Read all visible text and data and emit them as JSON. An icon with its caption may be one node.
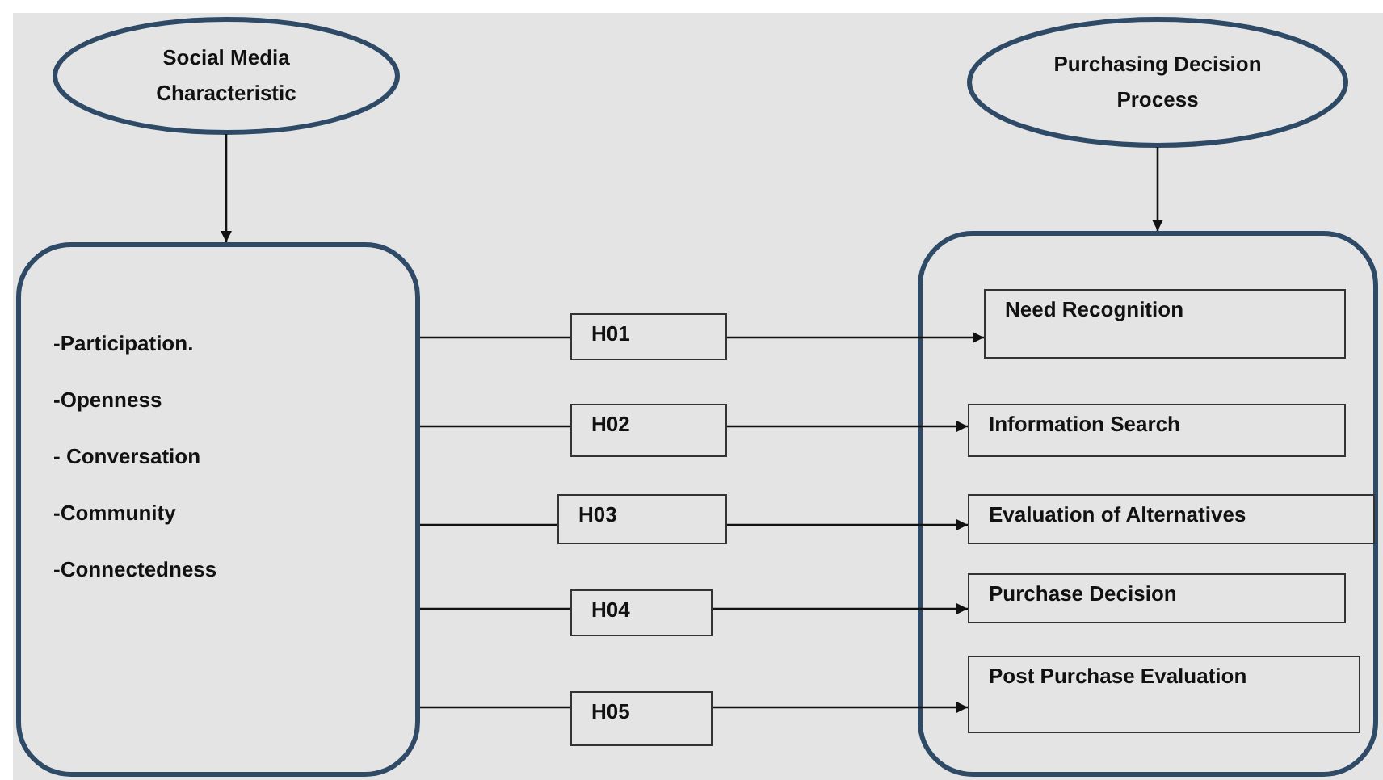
{
  "diagram": {
    "nodes": [
      {
        "text": [
          "Social Media Characteristic"
        ]
      },
      {
        "text": [
          "-Participation.",
          "-Openness",
          "- Conversation",
          "-Community",
          "-Connectedness"
        ]
      },
      {
        "text": [
          "Purchasing Decision Process"
        ]
      },
      {
        "text": [],
        "shape": "box"
      },
      {
        "text": [
          "H01"
        ]
      },
      {
        "text": [
          "H02"
        ]
      },
      {
        "text": [
          "H03"
        ]
      },
      {
        "text": [
          "H04"
        ]
      },
      {
        "text": [
          "H05"
        ]
      },
      {
        "text": [
          "Need  Recognition"
        ],
        "in": 3
      },
      {
        "text": [
          "Information Search"
        ],
        "in": 3
      },
      {
        "text": [
          "Evaluation of Alternatives"
        ],
        "in": 3
      },
      {
        "text": [
          "Purchase Decision"
        ],
        "in": 3
      },
      {
        "text": [
          "Post Purchase Evaluation"
        ],
        "in": 3
      }
    ],
    "edges": [
      {
        "from": 0,
        "to": 1,
        "arrow": "to"
      },
      {
        "from": 2,
        "to": 3,
        "arrow": "to"
      },
      {
        "from": 1,
        "to": 4,
        "arrow": "none"
      },
      {
        "from": 4,
        "to": 9,
        "arrow": "to"
      },
      {
        "from": 1,
        "to": 5,
        "arrow": "none"
      },
      {
        "from": 5,
        "to": 10,
        "arrow": "to"
      },
      {
        "from": 1,
        "to": 6,
        "arrow": "none"
      },
      {
        "from": 6,
        "to": 11,
        "arrow": "to"
      },
      {
        "from": 1,
        "to": 7,
        "arrow": "none"
      },
      {
        "from": 7,
        "to": 12,
        "arrow": "to"
      },
      {
        "from": 1,
        "to": 8,
        "arrow": "none"
      },
      {
        "from": 8,
        "to": 13,
        "arrow": "to"
      }
    ]
  }
}
